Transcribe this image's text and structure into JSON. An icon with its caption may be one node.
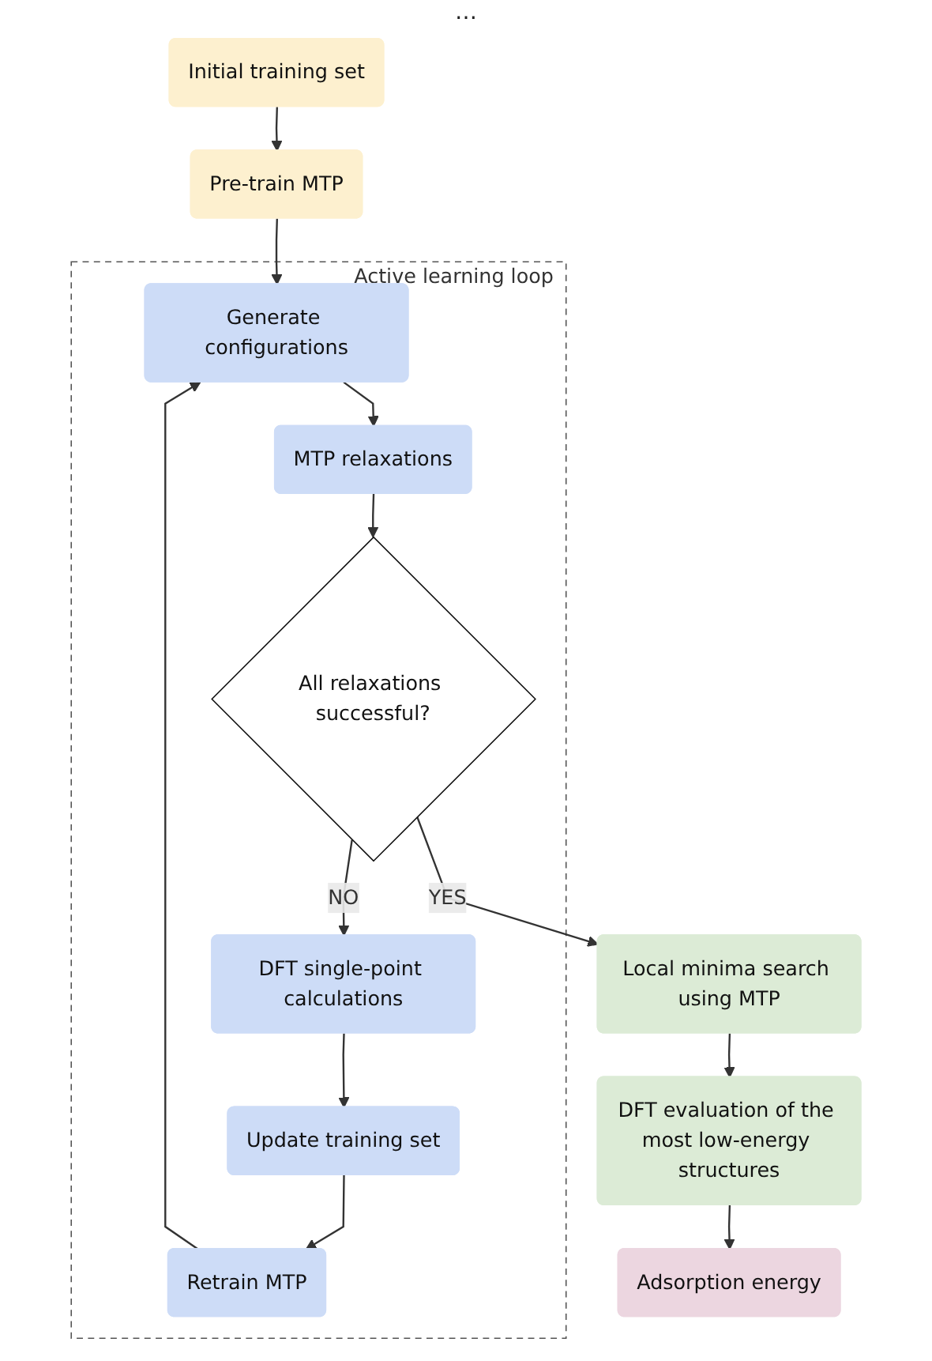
{
  "diagram": {
    "nodes": [
      {
        "text": [
          "Initial training set"
        ]
      },
      {
        "text": [
          "Pre-train MTP"
        ]
      },
      {
        "text": [
          "Active learning loop"
        ]
      },
      {
        "text": [
          "Retrain MTP"
        ],
        "in": 2
      },
      {
        "text": [
          "Generate configurations"
        ],
        "in": 2
      },
      {
        "text": [
          "Update training set"
        ],
        "in": 2
      },
      {
        "text": [
          "MTP relaxations"
        ],
        "in": 2
      },
      {
        "text": [
          "DFT single-point calculations"
        ],
        "in": 2
      },
      {
        "text": [
          "All relaxations successful?"
        ],
        "in": 2
      },
      {
        "text": [
          "Local minima search using MTP"
        ]
      },
      {
        "text": [
          "DFT evaluation of the most low-energy structures"
        ]
      },
      {
        "text": [
          "Adsorption energy"
        ]
      }
    ],
    "edges": [
      {
        "from": 0,
        "to": 1,
        "arrow": "to"
      },
      {
        "from": 1,
        "to": 4,
        "arrow": "to"
      },
      {
        "from": 3,
        "to": 4,
        "arrow": "to"
      },
      {
        "from": 4,
        "to": 6,
        "arrow": "to"
      },
      {
        "from": 6,
        "to": 8,
        "arrow": "to"
      },
      {
        "from": 8,
        "to": 7,
        "arrow": "to",
        "label": "NO"
      },
      {
        "from": 7,
        "to": 5,
        "arrow": "to"
      },
      {
        "from": 5,
        "to": 3,
        "arrow": "to"
      },
      {
        "from": 8,
        "to": 9,
        "arrow": "to",
        "label": "YES"
      },
      {
        "from": 9,
        "to": 10,
        "arrow": "to"
      },
      {
        "from": 10,
        "to": 11,
        "arrow": "to"
      }
    ],
    "labels": [
      "…"
    ]
  }
}
